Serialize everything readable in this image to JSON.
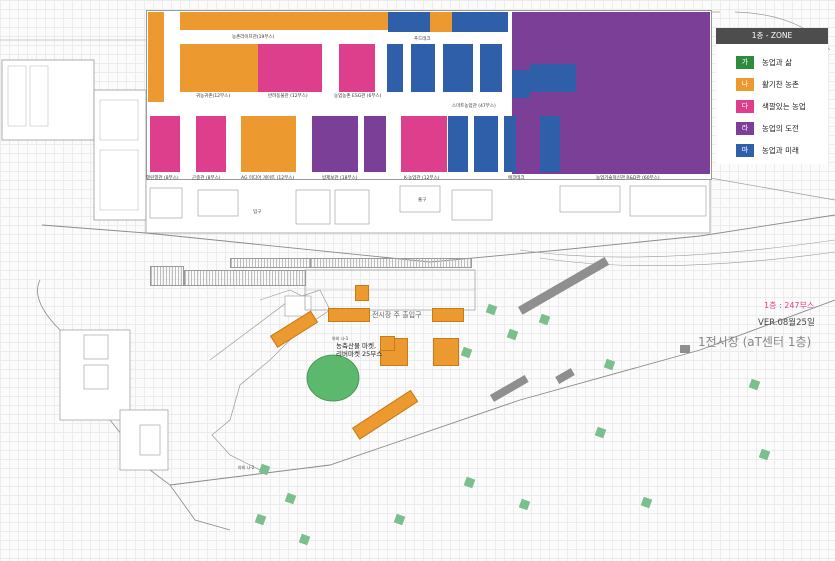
{
  "legend": {
    "title": "1층 - ZONE",
    "zones": [
      {
        "tag": "가",
        "name": "농업과 삶",
        "color": "#2e8b3d"
      },
      {
        "tag": "나",
        "name": "활기찬 농촌",
        "color": "#ec9a2f"
      },
      {
        "tag": "다",
        "name": "색깔있는 농업",
        "color": "#de3f8c"
      },
      {
        "tag": "라",
        "name": "농업의 도전",
        "color": "#7b3f98"
      },
      {
        "tag": "마",
        "name": "농업과 미래",
        "color": "#2f5fa8"
      }
    ]
  },
  "info": {
    "booths": "1층 : 247부스",
    "version": "VER.08월25일",
    "venue": "1전시장 (aT센터 1층)"
  },
  "labels": {
    "rural_life": "농촌라이프관(19부스)",
    "food_tech": "푸드테크",
    "return_farm": "귀농귀촌(12부스)",
    "companion": "반려동물관 (12부스)",
    "esg": "농업농촌 ESG관 (6부스)",
    "smart_farm": "스마트농업관 (47부스)",
    "eco": "에코테크",
    "rnd": "농업기술혁신관 R&D관 (60부스)",
    "healing": "열린열관 (8부스)",
    "goodfood": "곤충관 (8부스)",
    "ag_media": "AG 미디어 게이트 (12부스)",
    "special": "방제보관 (18부스)",
    "k_farm": "K-농업관 (12부스)",
    "main_entrance": "전시장 주 출입구",
    "market": "농축산물 마켓, 리버마켓 25부스",
    "market_tag": "야외 나-1",
    "outdoor_tag": "야외 나-2",
    "exit": "출구",
    "entrance": "입구"
  }
}
